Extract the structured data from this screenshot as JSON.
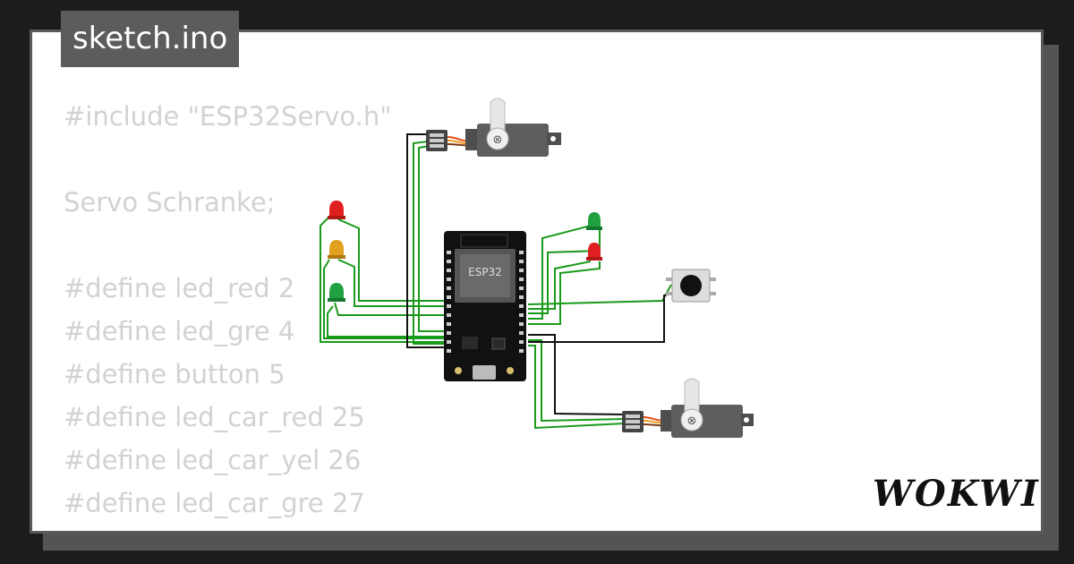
{
  "tab": {
    "title": "sketch.ino"
  },
  "code_lines": [
    "#include \"ESP32Servo.h\"",
    "",
    "Servo Schranke;",
    "",
    "#define led_red 2",
    "#define led_gre 4",
    "#define button 5",
    "#define led_car_red 25",
    "#define led_car_yel 26",
    "#define led_car_gre 27"
  ],
  "board": {
    "label": "ESP32"
  },
  "brand": {
    "name": "WOKWI"
  },
  "colors": {
    "wire_green": "#1a9a1a",
    "wire_black": "#111111",
    "led_red": "#e02020",
    "led_yellow": "#e0a020",
    "led_green": "#20a040",
    "board": "#111111",
    "servo_body": "#5e5e5e"
  }
}
